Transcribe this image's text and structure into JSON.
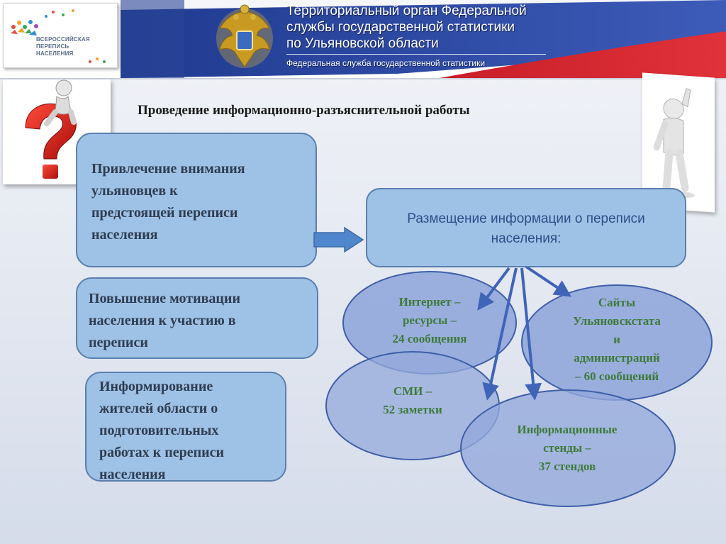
{
  "header": {
    "logo": {
      "line1": "ВСЕРОССИЙСКАЯ",
      "line2": "ПЕРЕПИСЬ",
      "line3": "НАСЕЛЕНИЯ"
    },
    "title_line1": "Территориальный орган Федеральной",
    "title_line2": "службы государственной статистики",
    "title_line3": "по Ульяновской области",
    "subtitle": "Федеральная служба государственной статистики",
    "colors": {
      "white": "#ffffff",
      "blue": "#2a3f95",
      "red": "#d4202a"
    }
  },
  "slide": {
    "title": "Проведение информационно-разъяснительной работы"
  },
  "left_boxes": [
    {
      "lines": [
        "Привлечение внимания",
        "ульяновцев к",
        "предстоящей переписи",
        "населения"
      ]
    },
    {
      "lines": [
        "Повышение мотивации",
        "населения к участию в",
        "переписи"
      ]
    },
    {
      "lines": [
        "Информирование",
        "жителей области о",
        "подготовительных",
        "работах к переписи",
        "населения"
      ]
    }
  ],
  "right_box": {
    "line1": "Размещение информации о переписи",
    "line2": "населения:"
  },
  "channels": [
    {
      "lines": [
        "Интернет –",
        "ресурсы –",
        "24 сообщения"
      ]
    },
    {
      "lines": [
        "Сайты",
        "Ульяновскстата",
        "и",
        "администраций",
        "– 60 сообщений"
      ]
    },
    {
      "lines": [
        "СМИ –",
        "52 заметки"
      ]
    },
    {
      "lines": [
        "Информационные",
        "стенды –",
        "37 стендов"
      ]
    }
  ],
  "icons": {
    "coat_of_arms": "coat-of-arms-icon",
    "question_figure": "question-mark-figure-icon",
    "pointing_figure": "pointing-figure-icon",
    "arrow": "right-arrow-icon"
  },
  "colors": {
    "box_fill": "#9ec1e6",
    "box_border": "#5a7fae",
    "ellipse_fill": "#94a9db",
    "ellipse_border": "#3f5fa8",
    "channel_text": "#3d7a3a",
    "right_box_text": "#2c4f88"
  }
}
